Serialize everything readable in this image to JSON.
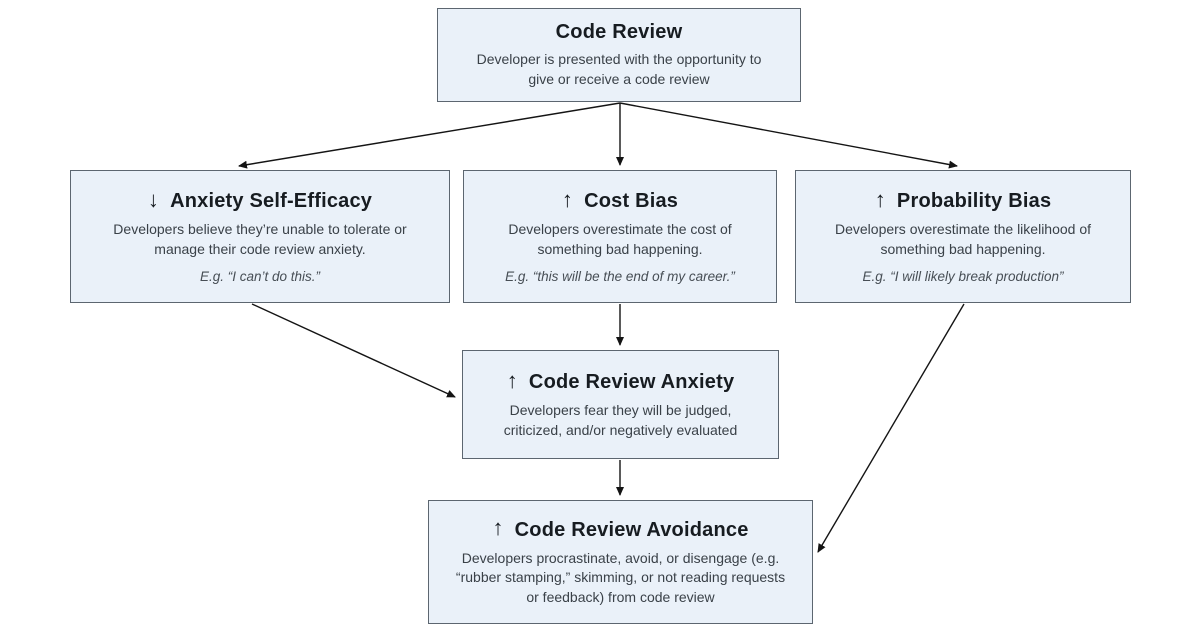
{
  "colors": {
    "box_fill": "#eaf1f9",
    "box_border": "#5c6670",
    "arrow_color": "#141414",
    "title_color": "#171c21",
    "body_color": "#3a4148"
  },
  "nodes": {
    "code_review": {
      "title": "Code Review",
      "body": "Developer is presented with the opportunity to give or receive a code review"
    },
    "anxiety_self_efficacy": {
      "icon": "↓",
      "title": "Anxiety Self-Efficacy",
      "body": "Developers believe they’re unable to tolerate or manage their code review anxiety.",
      "example": "E.g. “I can’t do this.”"
    },
    "cost_bias": {
      "icon": "↑",
      "title": "Cost Bias",
      "body": "Developers overestimate the cost of something bad happening.",
      "example": "E.g. “this will be the end of my career.”"
    },
    "probability_bias": {
      "icon": "↑",
      "title": "Probability Bias",
      "body": "Developers overestimate the likelihood of something bad happening.",
      "example": "E.g. “I will likely break production”"
    },
    "code_review_anxiety": {
      "icon": "↑",
      "title": "Code Review Anxiety",
      "body": "Developers fear they will be judged, criticized, and/or negatively evaluated"
    },
    "code_review_avoidance": {
      "icon": "↑",
      "title": "Code Review Avoidance",
      "body": "Developers procrastinate, avoid, or disengage (e.g. “rubber stamping,” skimming, or not reading requests or feedback) from code review"
    }
  },
  "edges": [
    {
      "from": "code_review",
      "to": "anxiety_self_efficacy"
    },
    {
      "from": "code_review",
      "to": "cost_bias"
    },
    {
      "from": "code_review",
      "to": "probability_bias"
    },
    {
      "from": "anxiety_self_efficacy",
      "to": "code_review_anxiety"
    },
    {
      "from": "cost_bias",
      "to": "code_review_anxiety"
    },
    {
      "from": "code_review_anxiety",
      "to": "code_review_avoidance"
    },
    {
      "from": "probability_bias",
      "to": "code_review_avoidance"
    }
  ]
}
